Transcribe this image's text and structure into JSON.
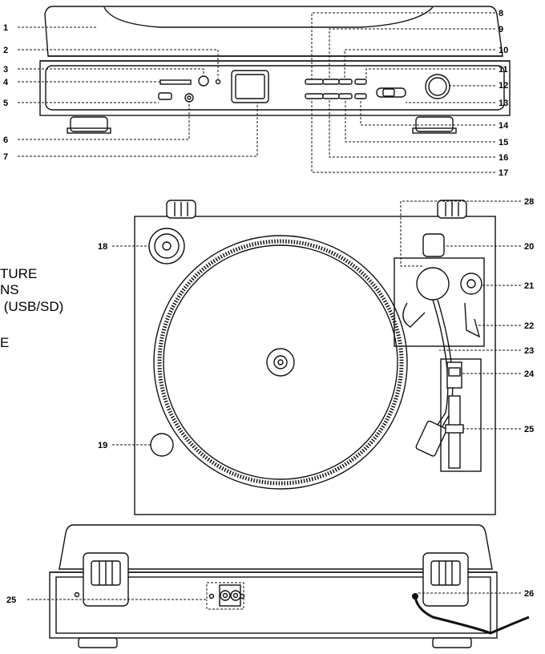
{
  "side_text": {
    "line1": "TURE",
    "line2": "NS",
    "line3": " (USB/SD)",
    "line4": "E"
  },
  "callouts": {
    "c1": "1",
    "c2": "2",
    "c3": "3",
    "c4": "4",
    "c5": "5",
    "c6": "6",
    "c7": "7",
    "c8": "8",
    "c9": "9",
    "c10": "10",
    "c11": "11",
    "c12": "12",
    "c13": "13",
    "c14": "14",
    "c15": "15",
    "c16": "16",
    "c17": "17",
    "c18": "18",
    "c19": "19",
    "c20": "20",
    "c21": "21",
    "c22": "22",
    "c23": "23",
    "c24": "24",
    "c25": "25",
    "c28": "28",
    "c25b": "25",
    "c26": "26"
  }
}
